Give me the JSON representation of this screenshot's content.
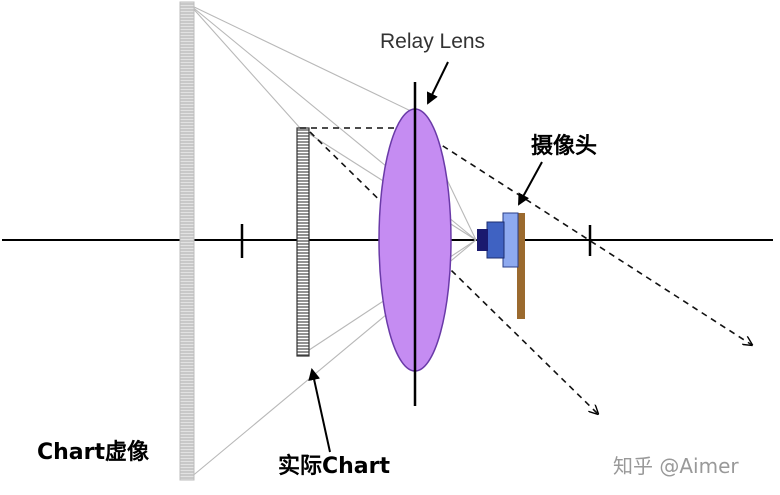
{
  "labels": {
    "relay_lens": "Relay Lens",
    "camera": "摄像头",
    "chart_virtual_image": "Chart虚像",
    "chart_real": "实际Chart",
    "watermark": "知乎 @Aimer"
  },
  "colors": {
    "lens_fill": "#c58cf2",
    "lens_stroke": "#6a3aa8",
    "camera_dark": "#1a1a6e",
    "camera_mid": "#3f62c2",
    "camera_light": "#8eaaf0",
    "camera_mount": "#9b6a2e",
    "virtual_chart": "#c6c6c6",
    "real_chart": "#555555"
  }
}
